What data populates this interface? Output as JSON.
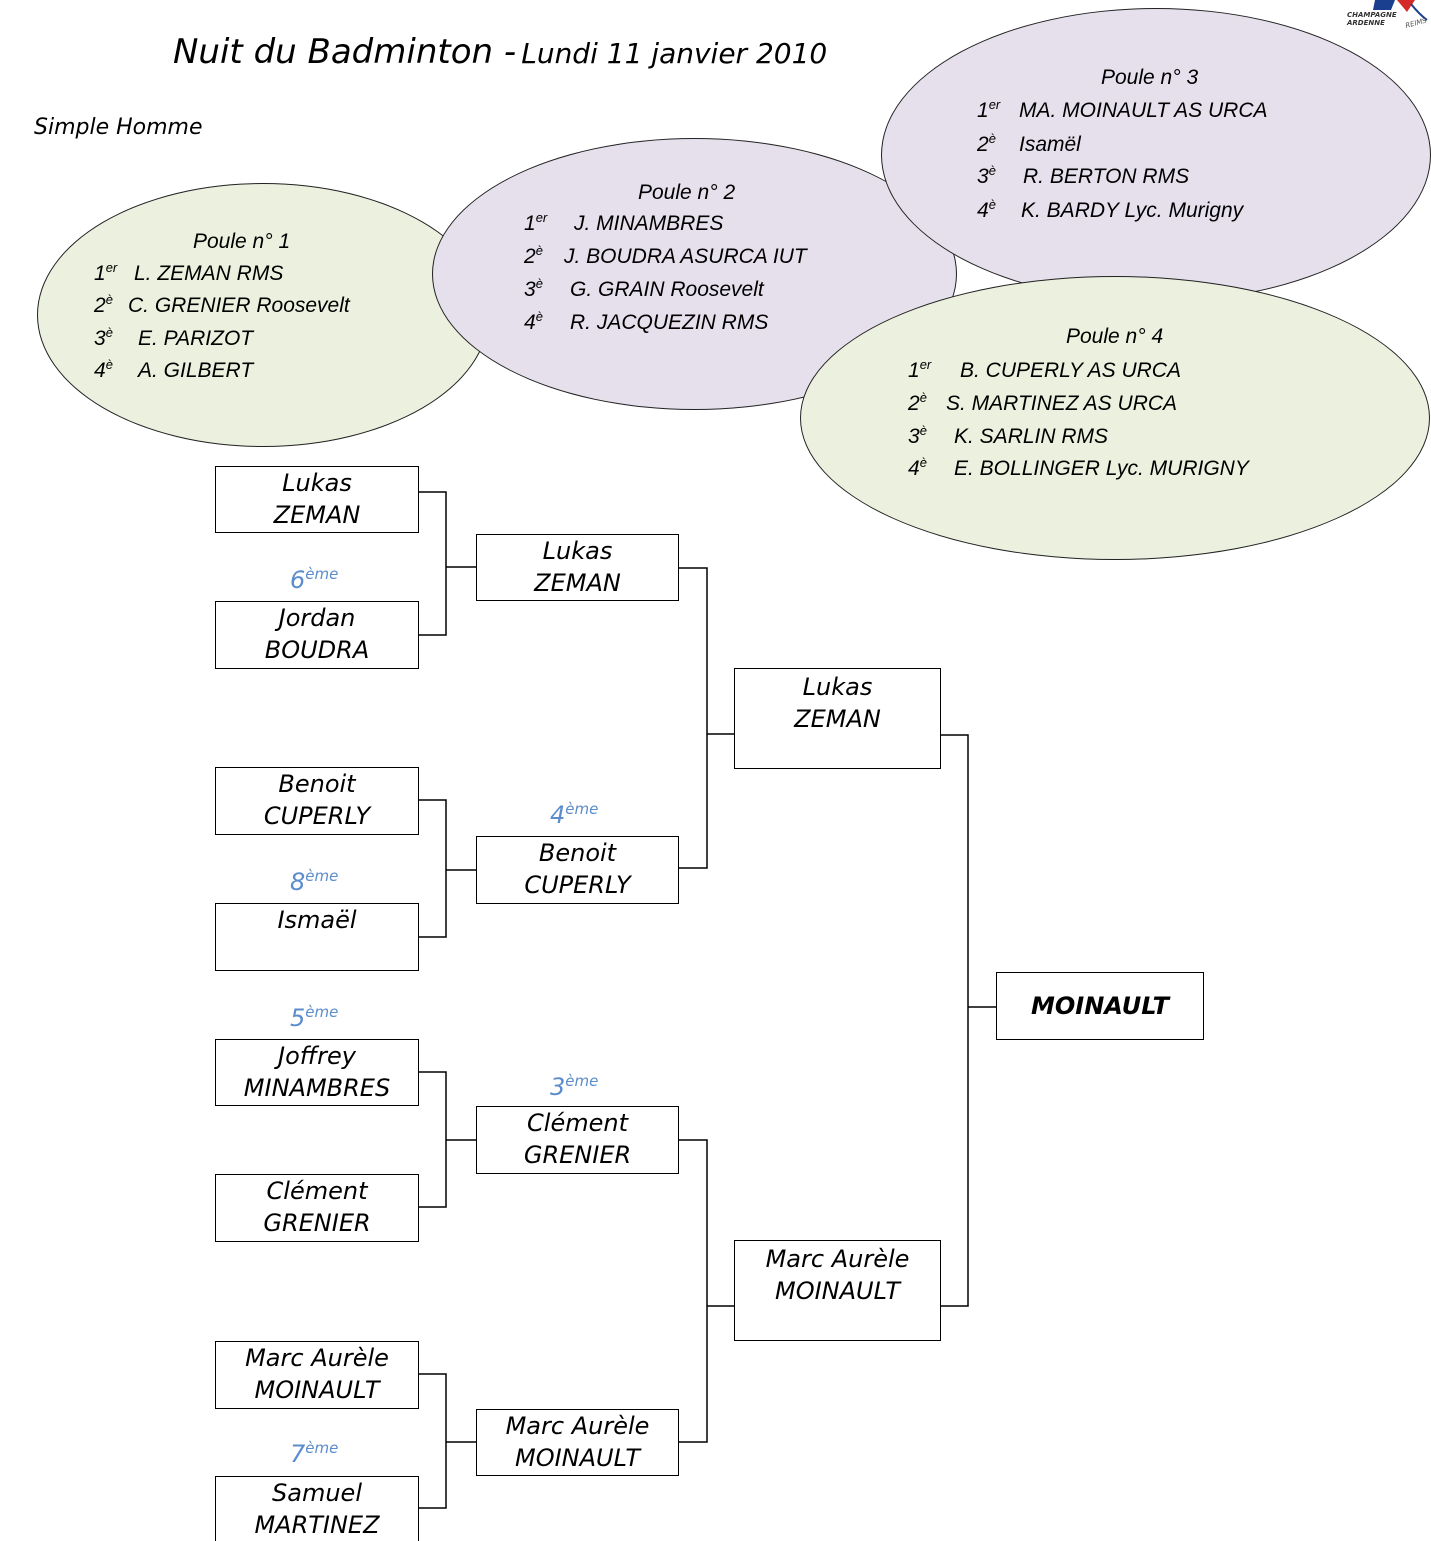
{
  "header": {
    "title": "Nuit du Badminton -",
    "date": "Lundi 11 janvier 2010",
    "event": "Simple Homme"
  },
  "logo": {
    "line1": "CHAMPAGNE",
    "line2": "ARDENNE",
    "city": "REIMS"
  },
  "pools": [
    {
      "title": "Poule n° 1",
      "color": "#ebf1de",
      "rows": [
        {
          "num": "1",
          "sup": "er",
          "text": "L. ZEMAN  RMS"
        },
        {
          "num": "2",
          "sup": "è",
          "text": "C. GRENIER  Roosevelt"
        },
        {
          "num": "3",
          "sup": "è",
          "text": "E. PARIZOT"
        },
        {
          "num": "4",
          "sup": "è",
          "text": "A. GILBERT"
        }
      ]
    },
    {
      "title": "Poule n° 2",
      "color": "#e5e0ec",
      "rows": [
        {
          "num": "1",
          "sup": "er",
          "text": "J. MINAMBRES"
        },
        {
          "num": "2",
          "sup": "è",
          "text": "J. BOUDRA   ASURCA IUT"
        },
        {
          "num": "3",
          "sup": "è",
          "text": "G. GRAIN   Roosevelt"
        },
        {
          "num": "4",
          "sup": "è",
          "text": "R. JACQUEZIN   RMS"
        }
      ]
    },
    {
      "title": "Poule n° 3",
      "color": "#e5e0ec",
      "rows": [
        {
          "num": "1",
          "sup": "er",
          "text": "MA. MOINAULT   AS URCA"
        },
        {
          "num": "2",
          "sup": "è",
          "text": "Isamël"
        },
        {
          "num": "3",
          "sup": "è",
          "text": "R. BERTON    RMS"
        },
        {
          "num": "4",
          "sup": "è",
          "text": "K. BARDY  Lyc. Murigny"
        }
      ]
    },
    {
      "title": "Poule n° 4",
      "color": "#ebf1de",
      "rows": [
        {
          "num": "1",
          "sup": "er",
          "text": "B. CUPERLY   AS URCA"
        },
        {
          "num": "2",
          "sup": "è",
          "text": "S. MARTINEZ  AS URCA"
        },
        {
          "num": "3",
          "sup": "è",
          "text": "K. SARLIN   RMS"
        },
        {
          "num": "4",
          "sup": "è",
          "text": "E. BOLLINGER   Lyc. MURIGNY"
        }
      ]
    }
  ],
  "bracket": {
    "round1": [
      {
        "first": "Lukas",
        "last": "ZEMAN"
      },
      {
        "first": "Jordan",
        "last": "BOUDRA"
      },
      {
        "first": "Benoit",
        "last": "CUPERLY"
      },
      {
        "first": "Ismaël",
        "last": ""
      },
      {
        "first": "Joffrey",
        "last": "MINAMBRES"
      },
      {
        "first": "Clément",
        "last": "GRENIER"
      },
      {
        "first": "Marc Aurèle",
        "last": "MOINAULT"
      },
      {
        "first": "Samuel",
        "last": "MARTINEZ"
      }
    ],
    "round2": [
      {
        "first": "Lukas",
        "last": "ZEMAN"
      },
      {
        "first": "Benoit",
        "last": "CUPERLY"
      },
      {
        "first": "Clément",
        "last": "GRENIER"
      },
      {
        "first": "Marc Aurèle",
        "last": "MOINAULT"
      }
    ],
    "round3": [
      {
        "first": "Lukas",
        "last": "ZEMAN"
      },
      {
        "first": "Marc Aurèle",
        "last": "MOINAULT"
      }
    ],
    "winner": "MOINAULT",
    "ranks": {
      "r6": {
        "num": "6",
        "sup": "ème"
      },
      "r8": {
        "num": "8",
        "sup": "ème"
      },
      "r5": {
        "num": "5",
        "sup": "ème"
      },
      "r7": {
        "num": "7",
        "sup": "ème"
      },
      "r4": {
        "num": "4",
        "sup": "ème"
      },
      "r3": {
        "num": "3",
        "sup": "ème"
      }
    }
  }
}
